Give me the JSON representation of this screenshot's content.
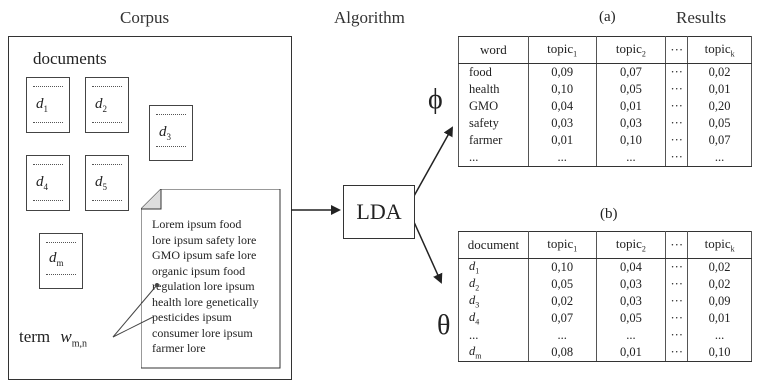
{
  "headers": {
    "corpus": "Corpus",
    "algorithm": "Algorithm",
    "results": "Results"
  },
  "corpus": {
    "documents_label": "documents",
    "docs": [
      {
        "base": "d",
        "sub": "1"
      },
      {
        "base": "d",
        "sub": "2"
      },
      {
        "base": "d",
        "sub": "3"
      },
      {
        "base": "d",
        "sub": "4"
      },
      {
        "base": "d",
        "sub": "5"
      },
      {
        "base": "d",
        "sub": "m"
      }
    ],
    "note_lines": [
      "Lorem ipsum food",
      "lore ipsum safety lore",
      "GMO ipsum safe lore",
      "organic ipsum food",
      "regulation lore ipsum",
      "health lore genetically",
      "pesticides ipsum",
      "consumer lore ipsum",
      "farmer lore"
    ],
    "term_label": "term",
    "term_symbol": "w",
    "term_sub": "m,n"
  },
  "algorithm": {
    "box_label": "LDA",
    "phi": "ϕ",
    "theta": "θ"
  },
  "table_a": {
    "caption": "(a)",
    "headers": [
      "word",
      "topic",
      "topic",
      "···",
      "topic"
    ],
    "header_subs": [
      "",
      "1",
      "2",
      "",
      "k"
    ],
    "rows": [
      [
        "food",
        "0,09",
        "0,07",
        "···",
        "0,02"
      ],
      [
        "health",
        "0,10",
        "0,05",
        "···",
        "0,01"
      ],
      [
        "GMO",
        "0,04",
        "0,01",
        "···",
        "0,20"
      ],
      [
        "safety",
        "0,03",
        "0,03",
        "···",
        "0,05"
      ],
      [
        "farmer",
        "0,01",
        "0,10",
        "···",
        "0,07"
      ],
      [
        "...",
        "...",
        "...",
        "···",
        "..."
      ]
    ]
  },
  "table_b": {
    "caption": "(b)",
    "headers": [
      "document",
      "topic",
      "topic",
      "···",
      "topic"
    ],
    "header_subs": [
      "",
      "1",
      "2",
      "",
      "k"
    ],
    "rows": [
      [
        {
          "base": "d",
          "sub": "1"
        },
        "0,10",
        "0,04",
        "···",
        "0,02"
      ],
      [
        {
          "base": "d",
          "sub": "2"
        },
        "0,05",
        "0,03",
        "···",
        "0,02"
      ],
      [
        {
          "base": "d",
          "sub": "3"
        },
        "0,02",
        "0,03",
        "···",
        "0,09"
      ],
      [
        {
          "base": "d",
          "sub": "4"
        },
        "0,07",
        "0,05",
        "···",
        "0,01"
      ],
      [
        "...",
        "...",
        "...",
        "···",
        "..."
      ],
      [
        {
          "base": "d",
          "sub": "m"
        },
        "0,08",
        "0,01",
        "···",
        "0,10"
      ]
    ]
  }
}
